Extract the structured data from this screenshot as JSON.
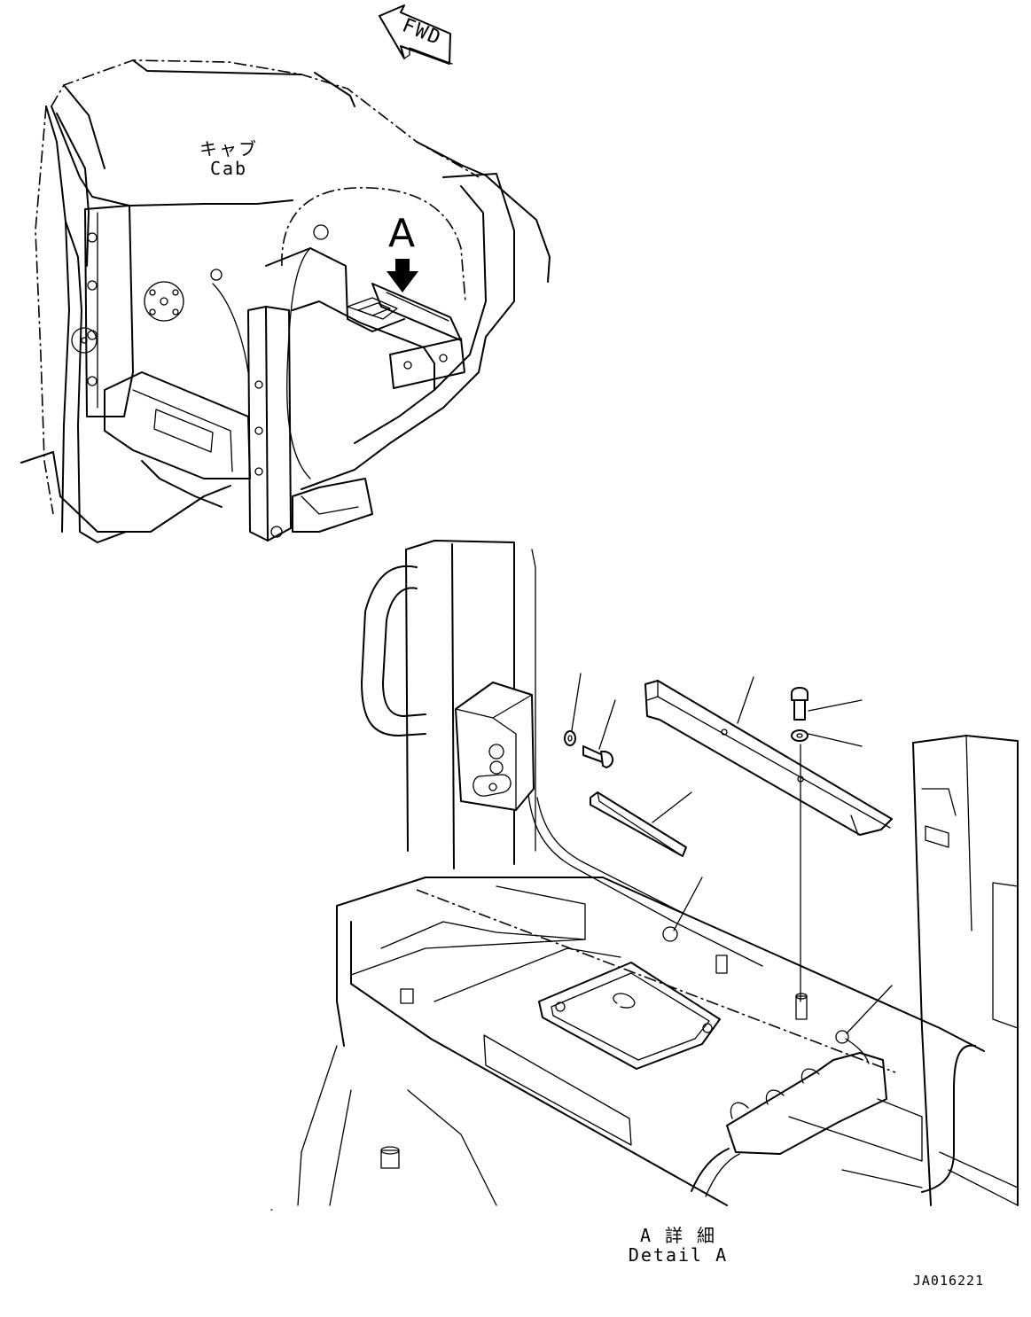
{
  "fwd_label": "FWD",
  "cab": {
    "label_jp": "キャブ",
    "label_en": "Cab",
    "view_marker": "A"
  },
  "detail": {
    "label_jp": "A 詳 細",
    "label_en": "Detail A"
  },
  "drawing_id": "JA016221",
  "icons": [
    "fwd-arrow-icon",
    "view-direction-arrow-icon"
  ]
}
